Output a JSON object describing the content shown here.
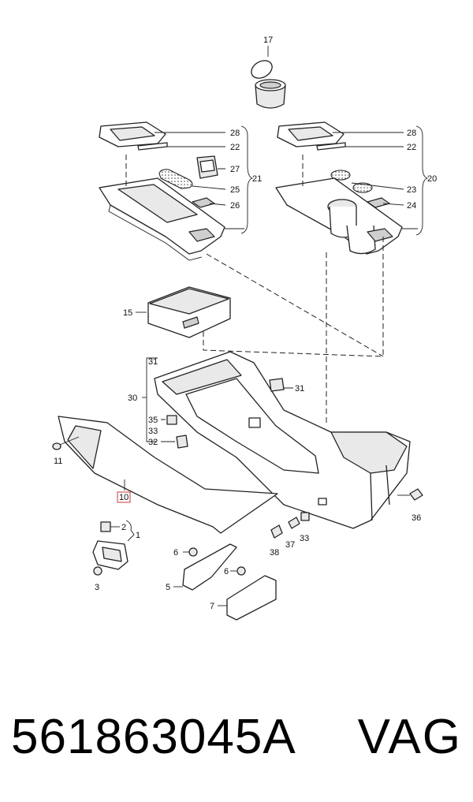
{
  "callouts": {
    "c17": "17",
    "c28a": "28",
    "c22a": "22",
    "c27": "27",
    "c21": "21",
    "c25": "25",
    "c26": "26",
    "c28b": "28",
    "c22b": "22",
    "c20": "20",
    "c23": "23",
    "c24": "24",
    "c15": "15",
    "c31a": "31",
    "c30": "30",
    "c31b": "31",
    "c35": "35",
    "c33a": "33",
    "c32": "32",
    "c11": "11",
    "c10": "10",
    "c36": "36",
    "c2": "2",
    "c1": "1",
    "c3": "3",
    "c6a": "6",
    "c5": "5",
    "c6b": "6",
    "c7": "7",
    "c37": "37",
    "c33b": "33",
    "c38": "38"
  },
  "footer": {
    "part_number": "561863045A",
    "brand": "VAG"
  },
  "colors": {
    "highlight_box": "#c83a3a",
    "line": "#222222"
  }
}
